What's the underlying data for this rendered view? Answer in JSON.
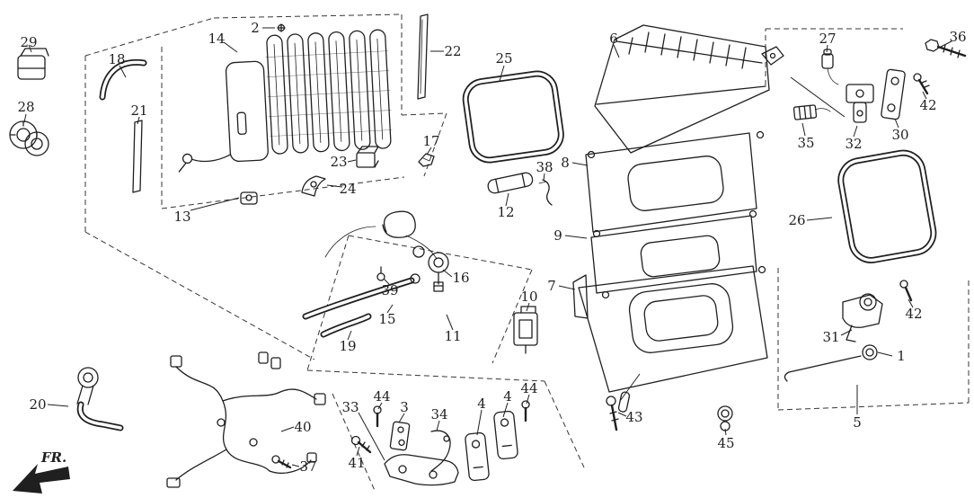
{
  "diagram": {
    "description": "Exploded parts diagram of an automotive A/C evaporator / heater unit with numbered callouts",
    "fr_label": "FR.",
    "labels": [
      {
        "text": "29"
      },
      {
        "text": "18"
      },
      {
        "text": "14"
      },
      {
        "text": "2"
      },
      {
        "text": "22"
      },
      {
        "text": "25"
      },
      {
        "text": "6"
      },
      {
        "text": "27"
      },
      {
        "text": "36"
      },
      {
        "text": "28"
      },
      {
        "text": "21"
      },
      {
        "text": "42"
      },
      {
        "text": "35"
      },
      {
        "text": "32"
      },
      {
        "text": "30"
      },
      {
        "text": "17"
      },
      {
        "text": "23"
      },
      {
        "text": "38"
      },
      {
        "text": "8"
      },
      {
        "text": "24"
      },
      {
        "text": "12"
      },
      {
        "text": "13"
      },
      {
        "text": "26"
      },
      {
        "text": "9"
      },
      {
        "text": "16"
      },
      {
        "text": "7"
      },
      {
        "text": "10"
      },
      {
        "text": "39"
      },
      {
        "text": "15"
      },
      {
        "text": "11"
      },
      {
        "text": "19"
      },
      {
        "text": "31"
      },
      {
        "text": "42"
      },
      {
        "text": "1"
      },
      {
        "text": "20"
      },
      {
        "text": "44"
      },
      {
        "text": "3"
      },
      {
        "text": "34"
      },
      {
        "text": "4"
      },
      {
        "text": "4"
      },
      {
        "text": "44"
      },
      {
        "text": "33"
      },
      {
        "text": "43"
      },
      {
        "text": "45"
      },
      {
        "text": "5"
      },
      {
        "text": "40"
      },
      {
        "text": "41"
      },
      {
        "text": "37"
      }
    ]
  },
  "colors": {
    "ink": "#1f1f1f",
    "background": "#ffffff"
  }
}
